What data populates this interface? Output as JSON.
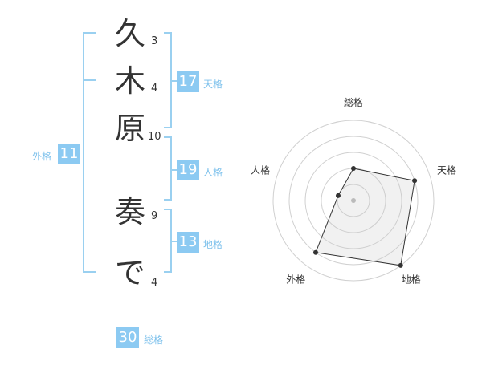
{
  "name_chars": [
    {
      "char": "久",
      "strokes": "3"
    },
    {
      "char": "木",
      "strokes": "4"
    },
    {
      "char": "原",
      "strokes": "10"
    },
    {
      "char": "奏",
      "strokes": "9"
    },
    {
      "char": "で",
      "strokes": "4"
    }
  ],
  "kaku": {
    "ten": {
      "value": "17",
      "label": "天格"
    },
    "jin": {
      "value": "19",
      "label": "人格"
    },
    "chi": {
      "value": "13",
      "label": "地格"
    },
    "gai": {
      "value": "11",
      "label": "外格"
    },
    "so": {
      "value": "30",
      "label": "総格"
    }
  },
  "colors": {
    "accent": "#8ccaf2",
    "bracket": "#9ad0f0"
  },
  "chart_data": {
    "type": "radar",
    "axes": [
      "総格",
      "天格",
      "地格",
      "外格",
      "人格"
    ],
    "values": [
      2,
      4,
      5,
      4,
      1
    ],
    "max": 5,
    "grid_levels": 5
  }
}
